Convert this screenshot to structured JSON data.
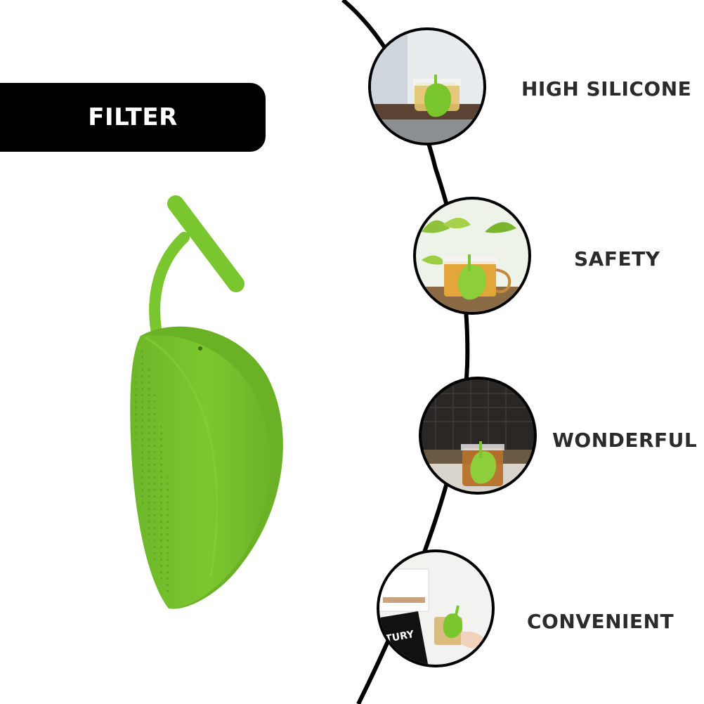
{
  "banner": {
    "label": "FILTER"
  },
  "product": {
    "name_icon": "leaf-tea-infuser",
    "color": "#7ac62e"
  },
  "features": [
    {
      "label": "HIGH SILICONE",
      "scene": "tea-cup-on-wooden-tray-icon"
    },
    {
      "label": "SAFETY",
      "scene": "tea-cup-with-tea-plants-icon"
    },
    {
      "label": "WONDERFUL",
      "scene": "tea-cup-dark-background-icon"
    },
    {
      "label": "CONVENIENT",
      "scene": "hand-holding-tea-cup-icon"
    }
  ],
  "colors": {
    "banner_bg": "#000000",
    "banner_text": "#ffffff",
    "label_text": "#2b2b2b",
    "curve": "#000000",
    "leaf_green": "#7ac62e"
  }
}
